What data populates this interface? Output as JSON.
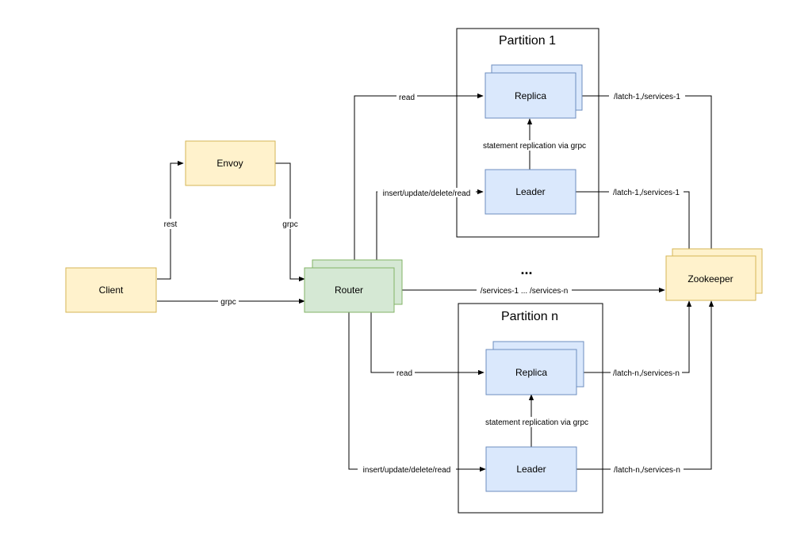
{
  "colors": {
    "yellow_fill": "#fff2cc",
    "yellow_stroke": "#d6b656",
    "green_fill": "#d5e8d4",
    "green_stroke": "#82b366",
    "blue_fill": "#dae8fc",
    "blue_stroke": "#6c8ebf",
    "line": "#000000"
  },
  "nodes": {
    "client": "Client",
    "envoy": "Envoy",
    "router": "Router",
    "zookeeper": "Zookeeper",
    "partition1": {
      "title": "Partition 1",
      "replica": "Replica",
      "leader": "Leader",
      "replication": "statement replication via grpc"
    },
    "partitionN": {
      "title": "Partition n",
      "replica": "Replica",
      "leader": "Leader",
      "replication": "statement replication via grpc"
    },
    "ellipsis": "..."
  },
  "edges": {
    "client_envoy": "rest",
    "envoy_router": "grpc",
    "client_router": "grpc",
    "router_replica1": "read",
    "router_leader1": "insert/update/delete/read",
    "router_zookeeper": "/services-1 ... /services-n",
    "router_replicaN": "read",
    "router_leaderN": "insert/update/delete/read",
    "replica1_zk": "/latch-1,/services-1",
    "leader1_zk": "/latch-1,/services-1",
    "replicaN_zk": "/latch-n,/services-n",
    "leaderN_zk": "/latch-n,/services-n"
  }
}
